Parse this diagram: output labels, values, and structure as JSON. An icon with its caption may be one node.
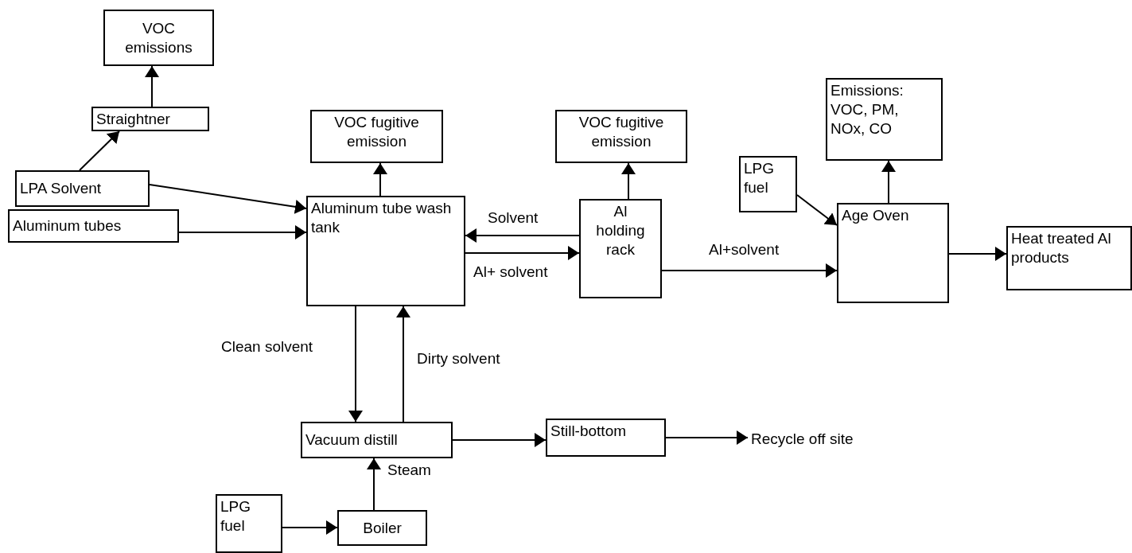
{
  "diagram": {
    "nodes": [
      {
        "text": [
          "VOC emissions"
        ]
      },
      {
        "text": [
          "Straightner"
        ]
      },
      {
        "text": [
          "LPA Solvent"
        ]
      },
      {
        "text": [
          "Aluminum tubes"
        ]
      },
      {
        "text": [
          "VOC fugitive emission"
        ]
      },
      {
        "text": [
          "Aluminum tube wash tank"
        ]
      },
      {
        "text": [
          "VOC fugitive emission"
        ]
      },
      {
        "text": [
          "Al holding rack"
        ]
      },
      {
        "text": [
          "Emissions: VOC, PM, NOx, CO"
        ]
      },
      {
        "text": [
          "LPG fuel"
        ]
      },
      {
        "text": [
          "Age Oven"
        ]
      },
      {
        "text": [
          "Heat treated Al  products"
        ]
      },
      {
        "text": [
          "Vacuum distill"
        ]
      },
      {
        "text": [
          "Still-bottom"
        ]
      },
      {
        "text": [
          "Recycle off site"
        ]
      },
      {
        "text": [
          "LPG fuel"
        ]
      },
      {
        "text": [
          "Boiler"
        ]
      }
    ],
    "edges": [
      {
        "from": 1,
        "to": 0,
        "arrow": "to"
      },
      {
        "from": 2,
        "to": 1,
        "arrow": "to"
      },
      {
        "from": 2,
        "to": 5,
        "arrow": "to"
      },
      {
        "from": 3,
        "to": 5,
        "arrow": "to"
      },
      {
        "from": 5,
        "to": 4,
        "arrow": "to"
      },
      {
        "from": 7,
        "to": 5,
        "arrow": "to",
        "label": "Solvent"
      },
      {
        "from": 5,
        "to": 7,
        "arrow": "to",
        "label": "Al+ solvent"
      },
      {
        "from": 7,
        "to": 6,
        "arrow": "to"
      },
      {
        "from": 7,
        "to": 10,
        "arrow": "to",
        "label": "Al+solvent"
      },
      {
        "from": 9,
        "to": 10,
        "arrow": "to"
      },
      {
        "from": 10,
        "to": 8,
        "arrow": "to"
      },
      {
        "from": 10,
        "to": 11,
        "arrow": "to"
      },
      {
        "from": 5,
        "to": 12,
        "arrow": "to",
        "label": "Clean solvent"
      },
      {
        "from": 12,
        "to": 5,
        "arrow": "to",
        "label": "Dirty solvent"
      },
      {
        "from": 12,
        "to": 13,
        "arrow": "to"
      },
      {
        "from": 13,
        "to": 14,
        "arrow": "to"
      },
      {
        "from": 16,
        "to": 12,
        "arrow": "to",
        "label": "Steam"
      },
      {
        "from": 15,
        "to": 16,
        "arrow": "to"
      }
    ]
  }
}
